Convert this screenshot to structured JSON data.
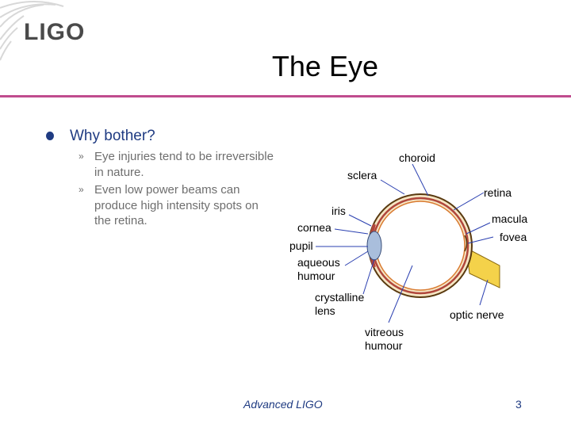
{
  "header": {
    "logo_text": "LIGO",
    "title": "The Eye"
  },
  "content": {
    "bullet": "Why bother?",
    "subbullets": [
      "Eye injuries tend to be irreversible in nature.",
      "Even low power beams can produce high intensity spots on the retina."
    ],
    "subbullet_marker": "»"
  },
  "diagram": {
    "labels": {
      "choroid": "choroid",
      "sclera": "sclera",
      "retina": "retina",
      "iris": "iris",
      "cornea": "cornea",
      "macula": "macula",
      "fovea": "fovea",
      "pupil": "pupil",
      "aqueous_1": "aqueous",
      "aqueous_2": "humour",
      "crystalline_1": "crystalline",
      "crystalline_2": "lens",
      "optic_nerve": "optic nerve",
      "vitreous_1": "vitreous",
      "vitreous_2": "humour"
    },
    "colors": {
      "sclera_fill": "#f6e6c4",
      "choroid_band": "#b0463c",
      "lens": "#a9bedc",
      "nerve": "#f4d24a",
      "arrows": "#2a3fb0"
    }
  },
  "footer": {
    "center_text": "Advanced LIGO",
    "page_number": "3"
  },
  "colors": {
    "accent_rule": "#c04c8e",
    "text_blue": "#1f3b82"
  }
}
